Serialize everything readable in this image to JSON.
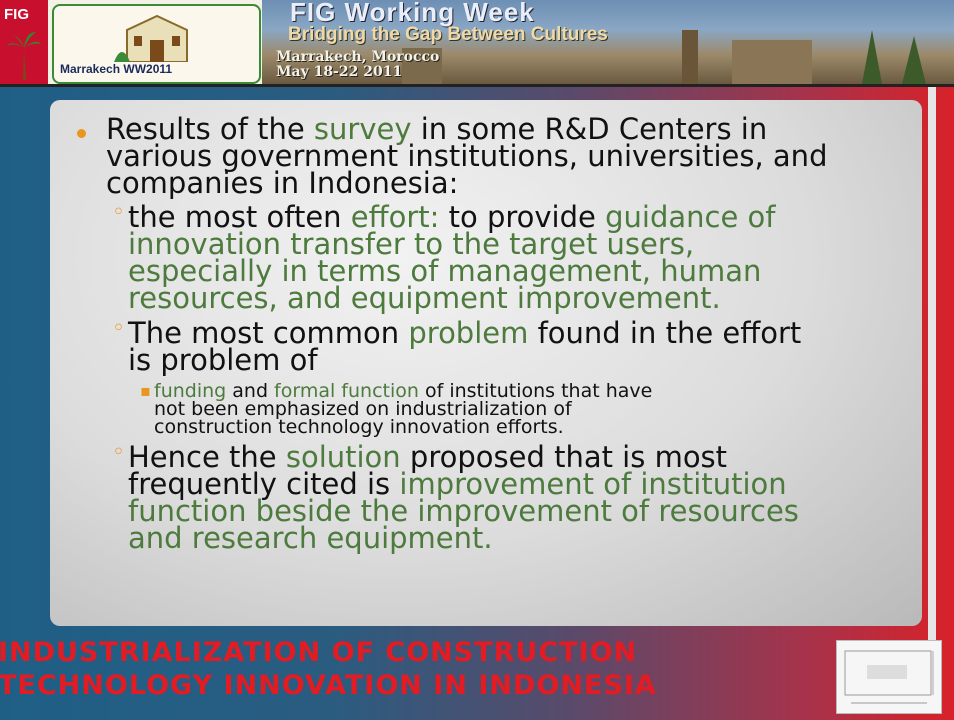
{
  "header": {
    "fig_logo": "FIG",
    "ww_label": "Marrakech WW2011",
    "banner_title": "FIG Working Week",
    "banner_subtitle": "Bridging the Gap Between Cultures",
    "banner_location": "Marrakech, Morocco",
    "banner_dates": "May 18-22 2011"
  },
  "content": {
    "p1_a": "Results of the ",
    "p1_survey": "survey",
    "p1_b": " in some R&D Centers in",
    "p1_line2": "various government institutions, universities, and",
    "p1_line3": "companies in Indonesia:",
    "p2_a": "the most often ",
    "p2_effort": "effort:",
    "p2_b": "  to provide ",
    "p2_guidance": "guidance of",
    "p2_line2": "innovation   transfer   to   the   target   users,",
    "p2_line3": "especially  in  terms  of  management,  human",
    "p2_line4": "resources, and equipment improvement.",
    "p3_a": "The most common ",
    "p3_problem": "problem",
    "p3_b": " found in the effort",
    "p3_line2": "is problem of",
    "p4_funding": "funding",
    "p4_a": " and ",
    "p4_formal": "formal function",
    "p4_b": " of institutions that have",
    "p4_line2": "not    been    emphasized    on    industrialization    of",
    "p4_line3": "construction technology innovation efforts.",
    "p5_a": "Hence  the  ",
    "p5_solution": "solution",
    "p5_b": "  proposed  that  is  most",
    "p5_line2a": "frequently cited is ",
    "p5_line2b": "improvement of institution",
    "p5_line3": "function beside the improvement of resources",
    "p5_line4": "and research equipment."
  },
  "footer": {
    "title_line1": "INDUSTRIALIZATION OF CONSTRUCTION",
    "title_line2": "TECHNOLOGY INNOVATION IN INDONESIA"
  },
  "colors": {
    "accent_green": "#4d7a3d",
    "bullet_orange": "#e8961e",
    "title_red": "#e31b23"
  }
}
